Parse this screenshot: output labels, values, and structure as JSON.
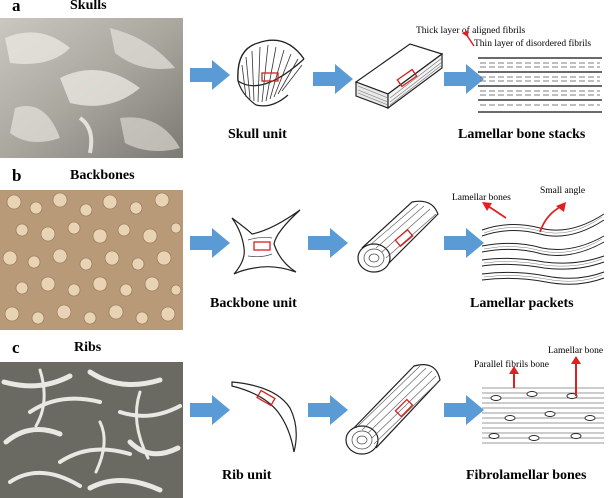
{
  "panels": [
    {
      "letter": "a",
      "title": "Skulls",
      "unit_label": "Skull unit",
      "result_label": "Lamellar bone stacks",
      "annotations": [
        "Thick layer of aligned fibrils",
        "Thin layer of disordered fibrils"
      ]
    },
    {
      "letter": "b",
      "title": "Backbones",
      "unit_label": "Backbone unit",
      "result_label": "Lamellar packets",
      "annotations": [
        "Lamellar bones",
        "Small angle"
      ]
    },
    {
      "letter": "c",
      "title": "Ribs",
      "unit_label": "Rib unit",
      "result_label": "Fibrolamellar bones",
      "annotations": [
        "Parallel fibrils bone",
        "Lamellar bone"
      ]
    }
  ],
  "colors": {
    "arrow": "#5b9bd5",
    "annotation_arrow": "#e02020",
    "highlight_box": "#d62020"
  },
  "icons": [
    "skull-photo",
    "backbone-photo",
    "rib-photo",
    "flow-arrow-icon",
    "pointer-arrow-icon"
  ]
}
